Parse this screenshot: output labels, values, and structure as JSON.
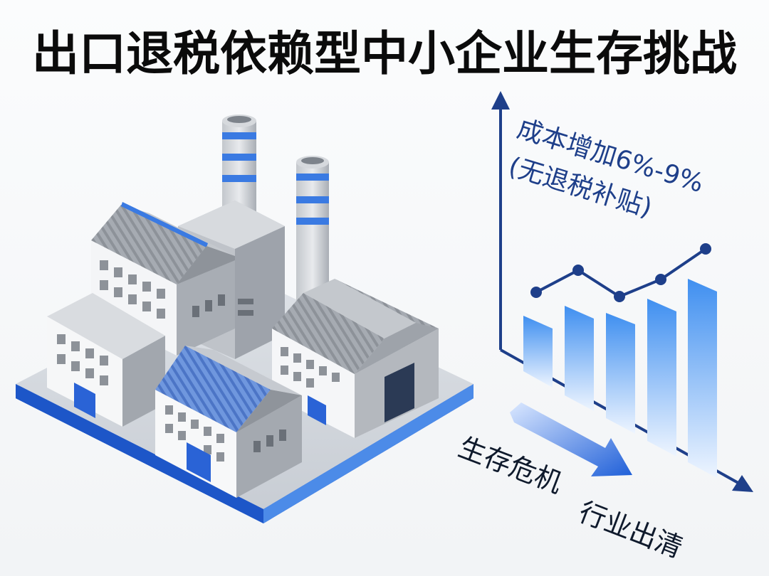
{
  "title": "出口退税依赖型中小企业生存挑战",
  "labels": {
    "cost_increase": "成本增加6%-9%",
    "no_subsidy": "(无退税补贴)",
    "survival_crisis": "生存危机",
    "industry_exit": "行业出清"
  },
  "colors": {
    "accent": "#2a63d6",
    "dark_blue": "#1e3f8a",
    "factory_gray": "#c9ccd1",
    "title": "#0b0b0b"
  }
}
